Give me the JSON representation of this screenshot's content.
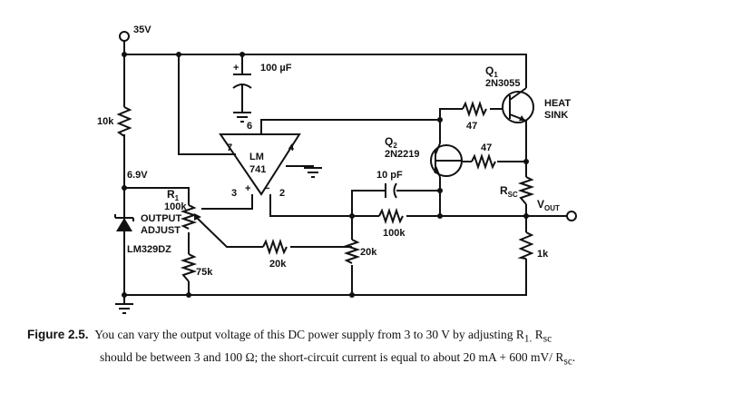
{
  "supply": {
    "label": "35V"
  },
  "labels": {
    "r_top": "10k",
    "node_v": "6.9V",
    "zener": "LM329DZ",
    "r1_name": "R",
    "r1_sub": "1",
    "r1_val": "100k",
    "r1_desc1": "OUTPUT",
    "r1_desc2": "ADJUST",
    "r_75k": "75k",
    "cap_val": "100 µF",
    "cap_plus": "+",
    "opamp_l1": "LM",
    "opamp_l2": "741",
    "pin7": "7",
    "pin4": "4",
    "pin6": "6",
    "pin3": "3",
    "pin2": "2",
    "plus_sign": "+",
    "minus_sign": "−",
    "r_20k_mid": "20k",
    "r_20k_fb": "20k",
    "r_100k": "100k",
    "cap_10pf": "10 pF",
    "q1_name": "Q",
    "q1_sub": "1",
    "q1_part": "2N3055",
    "q2_name": "Q",
    "q2_sub": "2",
    "q2_part": "2N2219",
    "heat1": "HEAT",
    "heat2": "SINK",
    "r47_top": "47",
    "r47_mid": "47",
    "rsc_name": "R",
    "rsc_sub": "SC",
    "vout_name": "V",
    "vout_sub": "OUT",
    "r_1k": "1k"
  },
  "caption": {
    "label": "Figure 2.5.",
    "line1": "You can vary the output voltage of this DC power supply from 3 to 30 V by adjusting R",
    "line1_sub": "1.",
    "line1_tail": " R",
    "line1_tail_sub": "sc",
    "line2": "should be between 3 and 100 Ω; the short-circuit current is equal to about 20 mA + 600 mV/ R",
    "line2_sub": "sc",
    "line2_end": "."
  }
}
